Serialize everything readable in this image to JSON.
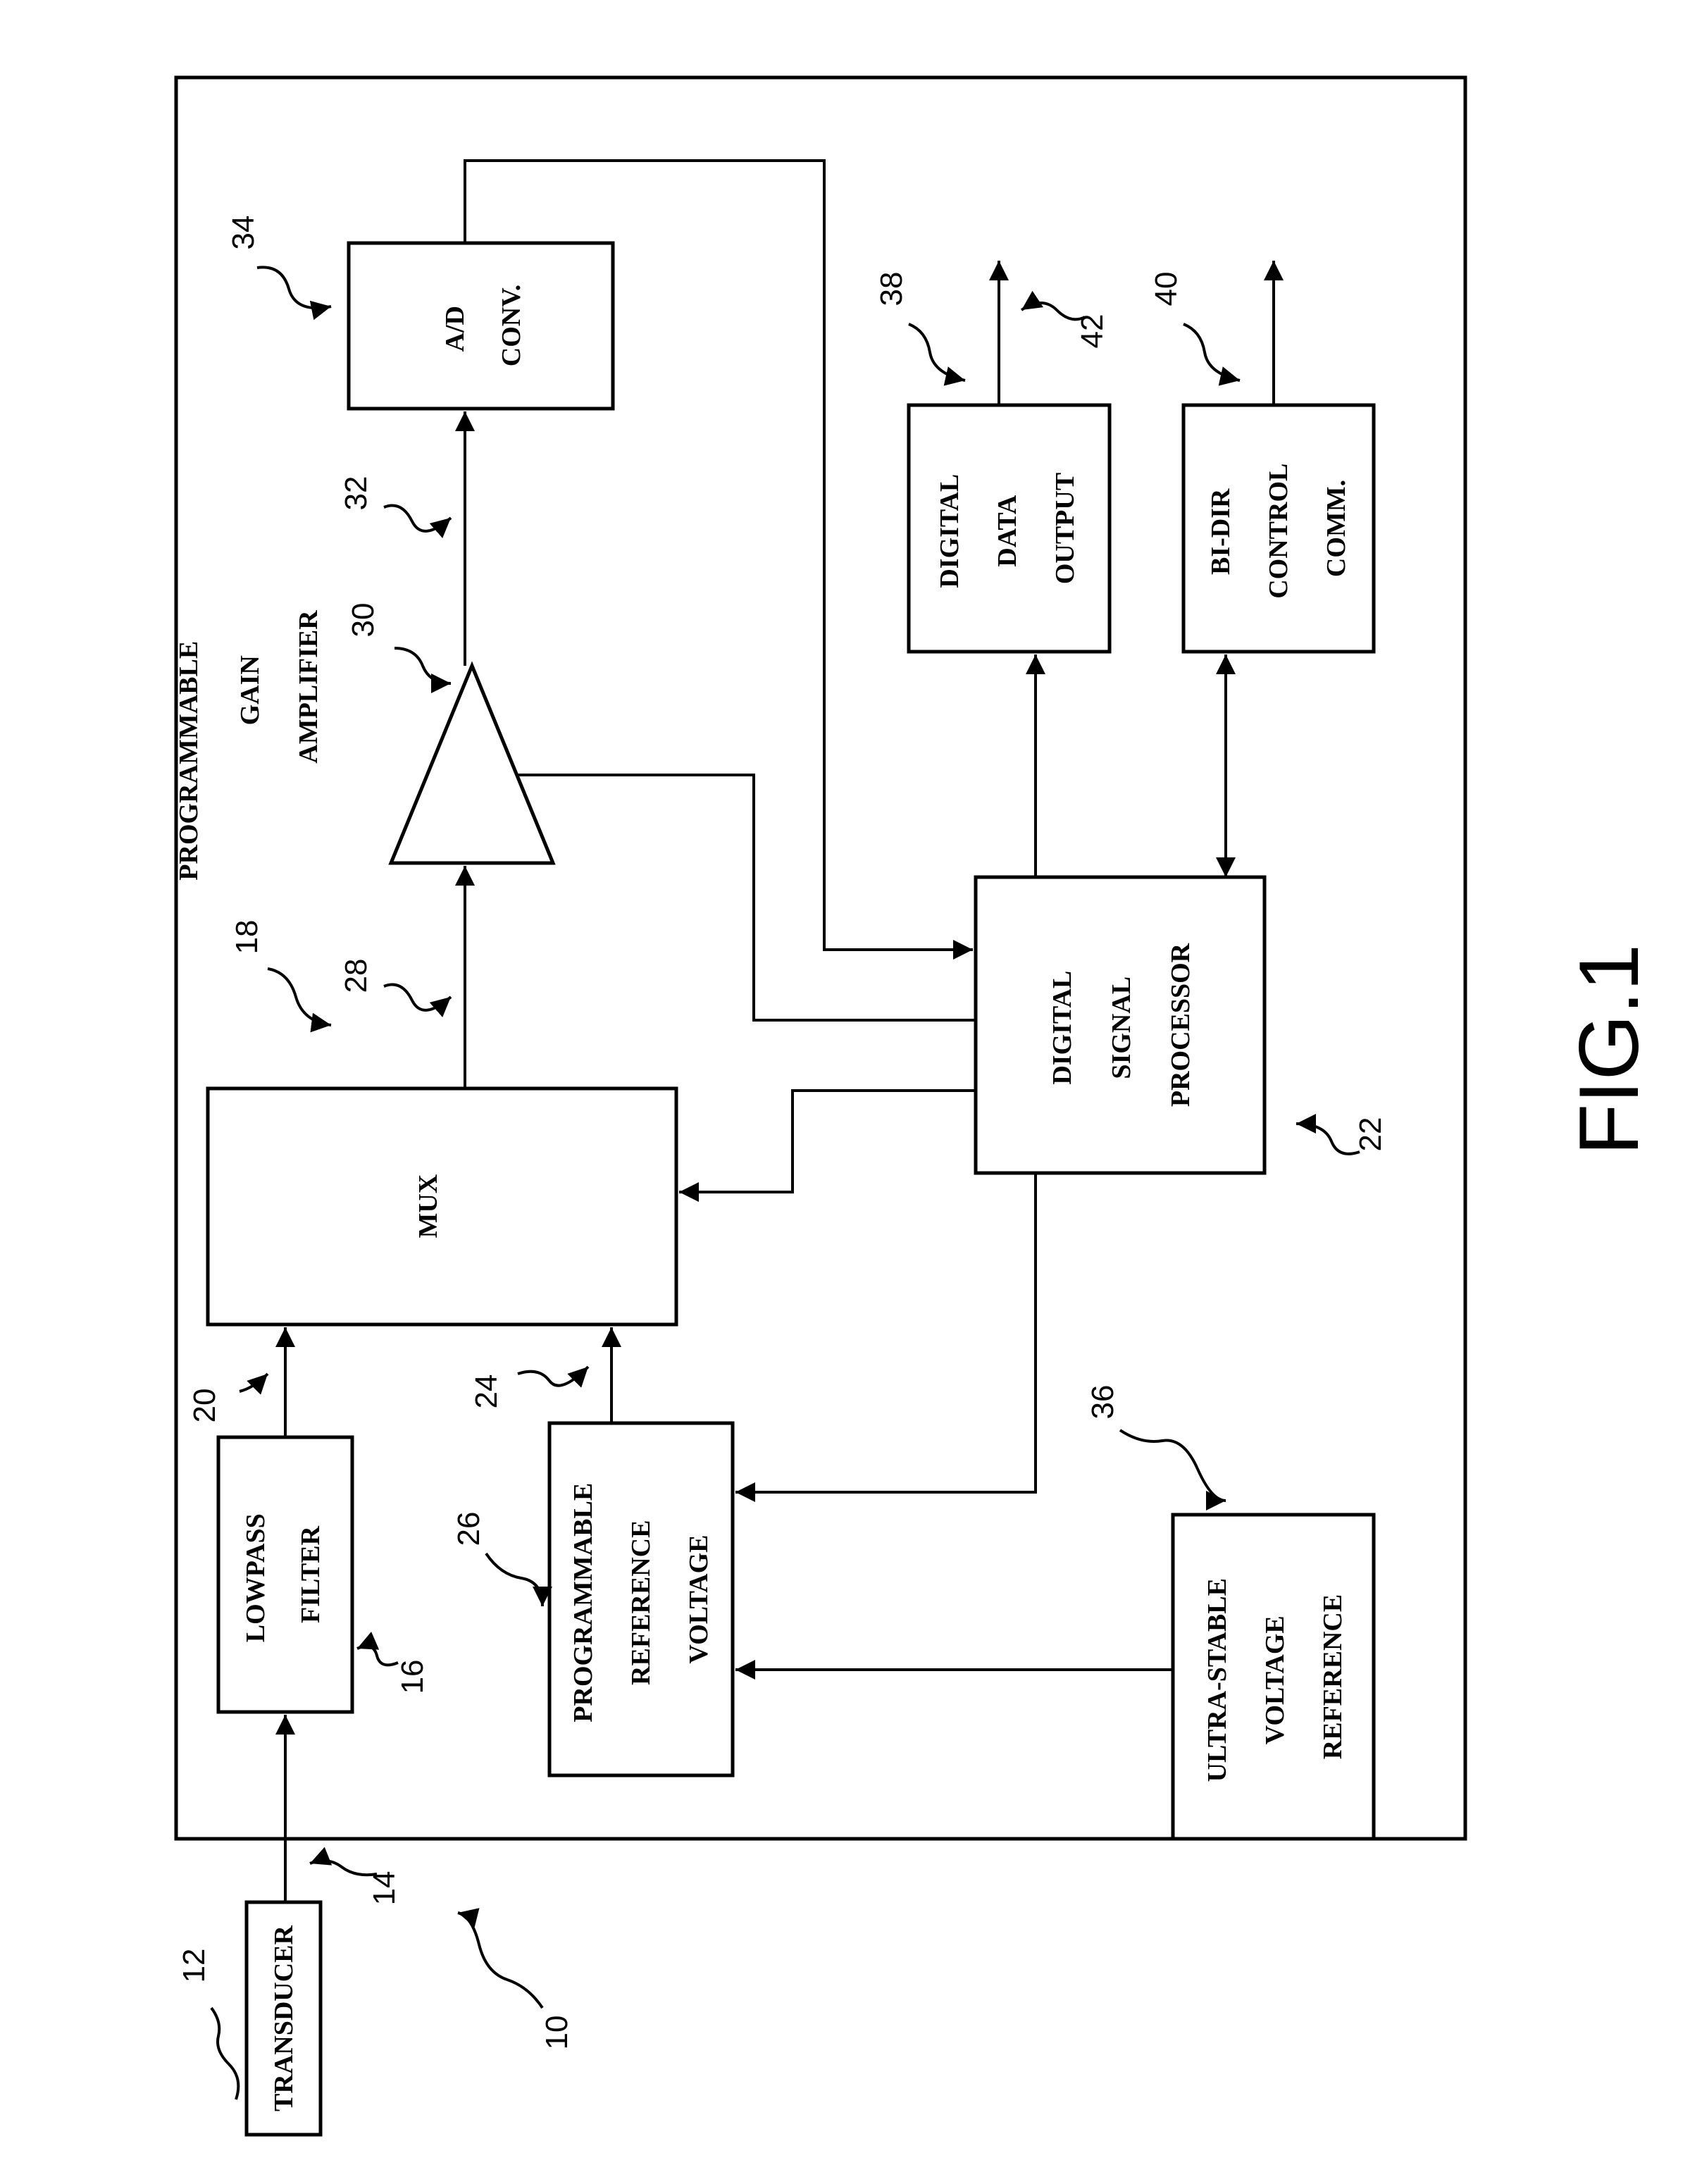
{
  "figure_label": "FIG.1",
  "blocks": {
    "transducer": [
      "TRANSDUCER"
    ],
    "lowpass": [
      "LOWPASS",
      "FILTER"
    ],
    "mux": [
      "MUX"
    ],
    "prog_ref": [
      "PROGRAMMABLE",
      "REFERENCE",
      "VOLTAGE"
    ],
    "dsp": [
      "DIGITAL",
      "SIGNAL",
      "PROCESSOR"
    ],
    "adc": [
      "A/D",
      "CONV."
    ],
    "pga": [
      "PROGRAMMABLE",
      "GAIN",
      "AMPLIFIER"
    ],
    "digital_out": [
      "DIGITAL",
      "DATA",
      "OUTPUT"
    ],
    "bidir": [
      "BI-DIR",
      "CONTROL",
      "COMM."
    ],
    "ultra_ref": [
      "ULTRA-STABLE",
      "VOLTAGE",
      "REFERENCE"
    ]
  },
  "refs": {
    "r10": "10",
    "r12": "12",
    "r14": "14",
    "r16": "16",
    "r18": "18",
    "r20": "20",
    "r22": "22",
    "r24": "24",
    "r26": "26",
    "r28": "28",
    "r30": "30",
    "r32": "32",
    "r34": "34",
    "r36": "36",
    "r38": "38",
    "r40": "40",
    "r42": "42"
  }
}
